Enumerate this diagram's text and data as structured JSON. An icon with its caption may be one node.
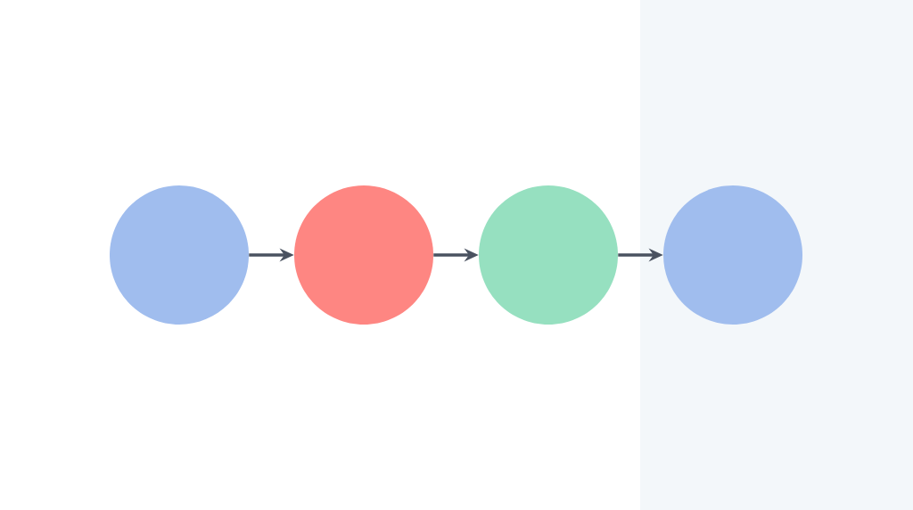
{
  "diagram": {
    "nodes": [
      {
        "text": [],
        "shape": "circle"
      },
      {
        "text": [],
        "shape": "circle"
      },
      {
        "text": [],
        "shape": "circle"
      },
      {
        "text": [],
        "shape": "circle"
      }
    ],
    "edges": [
      {
        "from": 0,
        "to": 1,
        "arrow": "to"
      },
      {
        "from": 1,
        "to": 2,
        "arrow": "to"
      },
      {
        "from": 2,
        "to": 3,
        "arrow": "to"
      }
    ]
  }
}
